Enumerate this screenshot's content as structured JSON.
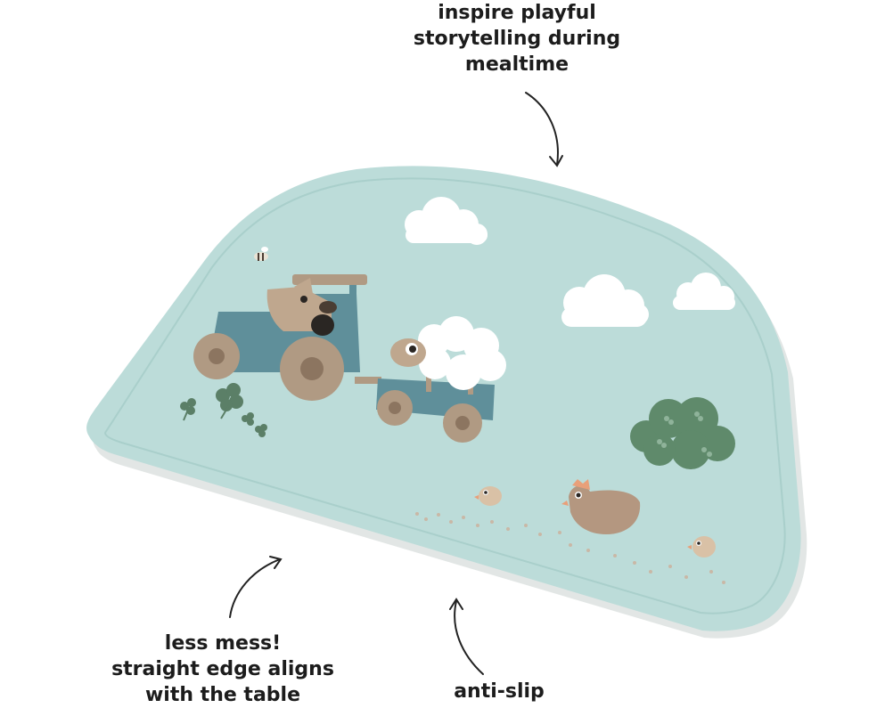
{
  "callouts": {
    "top": {
      "lines": [
        "inspire playful",
        "storytelling during",
        "mealtime"
      ]
    },
    "left": {
      "lines": [
        "less mess!",
        "straight edge aligns",
        "with the table"
      ]
    },
    "bottom": {
      "lines": [
        "anti-slip"
      ]
    }
  },
  "colors": {
    "mat": "#bcdcd9",
    "mat_rim": "#a9cfcb",
    "mat_shadow": "#cfd6d4",
    "tractor": "#5f8f9a",
    "wheel": "#b09a83",
    "wheel_hub": "#8c7560",
    "dog": "#bfa78e",
    "sheep_wool": "#ffffff",
    "sheep_face": "#bfa78e",
    "clover": "#5b7f67",
    "bush": "#5f8a6b",
    "hen": "#b49780",
    "hen_comb": "#e8a07a",
    "chick": "#d9c1a6",
    "seeds": "#c9b8a6",
    "cloud": "#ffffff",
    "arrow": "#222222"
  },
  "icons": [
    "tractor-icon",
    "dog-icon",
    "sheep-icon",
    "cloud-icon",
    "bee-icon",
    "clover-icon",
    "bush-icon",
    "hen-icon",
    "chick-icon"
  ]
}
